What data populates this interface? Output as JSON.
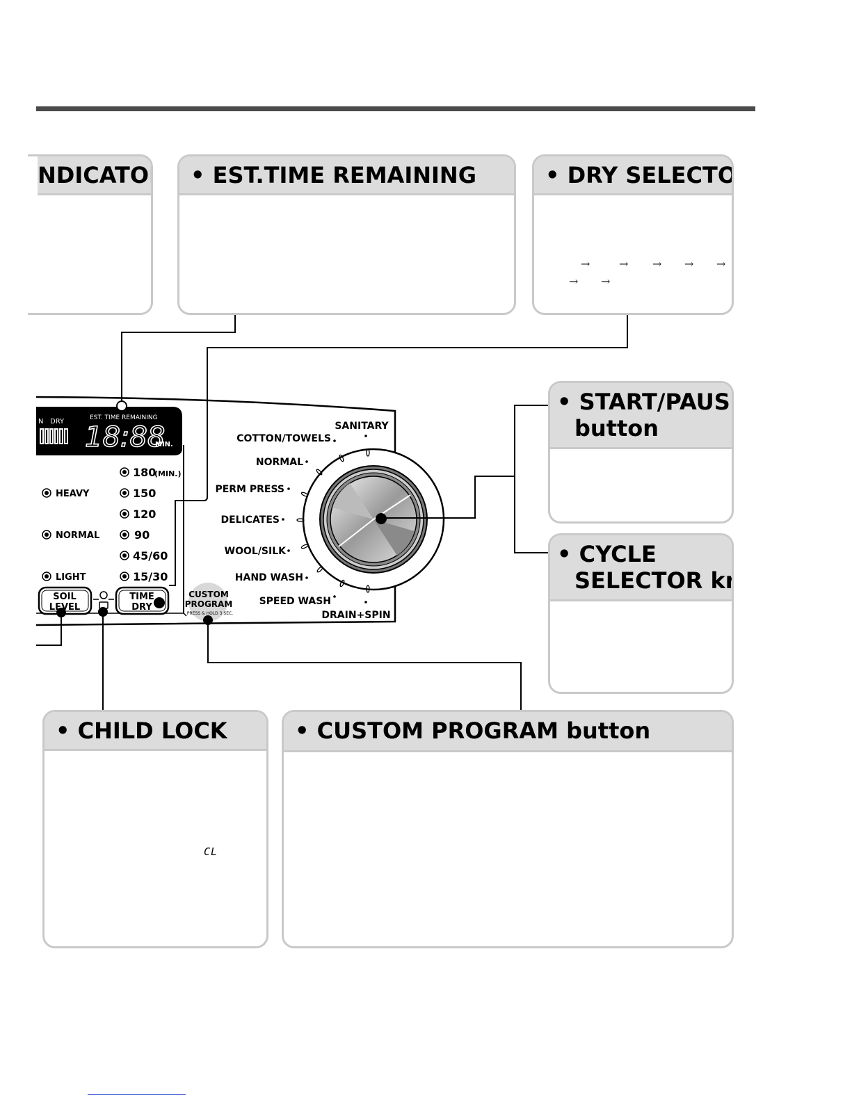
{
  "boxes": {
    "indicator": {
      "title": "NDICATOR"
    },
    "est_time": {
      "title": "• EST.TIME REMAINING"
    },
    "dry_selector": {
      "title": "• DRY SELECTOR",
      "arrow": "→"
    },
    "start_pause": {
      "title_line1": "• START/PAUSE",
      "title_line2": "button"
    },
    "cycle_selector": {
      "title_line1": "• CYCLE",
      "title_line2": "SELECTOR knob"
    },
    "child_lock": {
      "title": "• CHILD LOCK",
      "glyph": "CL"
    },
    "custom_program": {
      "title": "• CUSTOM PROGRAM button"
    }
  },
  "panel": {
    "status_labels": [
      "N",
      "DRY"
    ],
    "est_time_label": "EST. TIME REMAINING",
    "display_digits": "18:88",
    "min_label": "MIN.",
    "soil_levels": [
      "HEAVY",
      "NORMAL",
      "LIGHT"
    ],
    "soil_button": {
      "line1": "SOIL",
      "line2": "LEVEL"
    },
    "time_dry_options": [
      "180",
      "150",
      "120",
      "90",
      "45/60",
      "15/30"
    ],
    "time_dry_unit": "(MIN.)",
    "time_dry_button": {
      "line1": "TIME",
      "line2": "DRY"
    },
    "custom_button": {
      "line1": "CUSTOM",
      "line2": "PROGRAM",
      "line3": "PRESS & HOLD 3 SEC."
    },
    "cycles_left": [
      "COTTON/TOWELS",
      "NORMAL",
      "PERM PRESS",
      "DELICATES",
      "WOOL/SILK",
      "HAND WASH",
      "SPEED WASH"
    ],
    "cycle_top": "SANITARY",
    "cycle_bottom": "DRAIN+SPIN"
  }
}
